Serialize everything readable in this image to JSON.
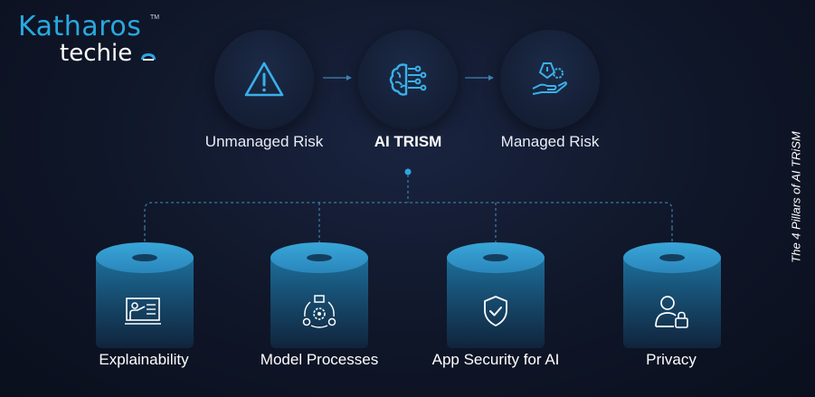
{
  "logo": {
    "brand": "Katharos",
    "trademark": "TM",
    "sub": "techie"
  },
  "flow": [
    {
      "label": "Unmanaged Risk",
      "icon": "warning-triangle-icon"
    },
    {
      "label": "AI TRISM",
      "icon": "brain-circuit-icon"
    },
    {
      "label": "Managed Risk",
      "icon": "hand-shield-gear-icon"
    }
  ],
  "pillars": [
    {
      "label": "Explainability",
      "icon": "presentation-board-icon"
    },
    {
      "label": "Model Processes",
      "icon": "process-cycle-icon"
    },
    {
      "label": "App Security for AI",
      "icon": "shield-check-icon"
    },
    {
      "label": "Privacy",
      "icon": "user-lock-icon"
    }
  ],
  "side_title": "The 4 Pillars of AI TRiSM",
  "colors": {
    "accent": "#29a8e0",
    "background": "#0f1628",
    "pillar": "#2a86bb"
  }
}
